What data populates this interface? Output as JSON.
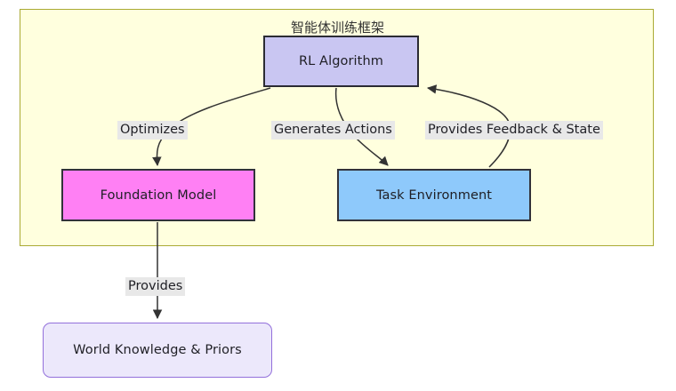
{
  "diagram": {
    "title": "智能体训练框架",
    "background": "#ffffff",
    "subgraph": {
      "name": "智能体训练框架",
      "fill": "#ffffde",
      "stroke": "#aaaa33"
    },
    "nodes": [
      {
        "id": "rl-algorithm",
        "label": "RL Algorithm",
        "fill": "#c9c6f2",
        "stroke": "#2b2b33",
        "shape": "rect"
      },
      {
        "id": "foundation-model",
        "label": "Foundation Model",
        "fill": "#ff80f4",
        "stroke": "#32323a",
        "shape": "rect"
      },
      {
        "id": "task-environment",
        "label": "Task Environment",
        "fill": "#8ec9fb",
        "stroke": "#32323a",
        "shape": "rect"
      },
      {
        "id": "world-knowledge",
        "label": "World Knowledge & Priors",
        "fill": "#ece8fb",
        "stroke": "#9370db",
        "shape": "rounded-rect"
      }
    ],
    "edges": [
      {
        "id": "optimizes",
        "from": "rl-algorithm",
        "to": "foundation-model",
        "label": "Optimizes"
      },
      {
        "id": "generates-actions",
        "from": "rl-algorithm",
        "to": "task-environment",
        "label": "Generates Actions"
      },
      {
        "id": "provides-feedback",
        "from": "task-environment",
        "to": "rl-algorithm",
        "label": "Provides Feedback & State"
      },
      {
        "id": "provides",
        "from": "foundation-model",
        "to": "world-knowledge",
        "label": "Provides"
      }
    ],
    "edge_label_style": {
      "fill": "#e8e8e8",
      "text": "#1f1f25"
    },
    "edge_line_color": "#333333"
  }
}
